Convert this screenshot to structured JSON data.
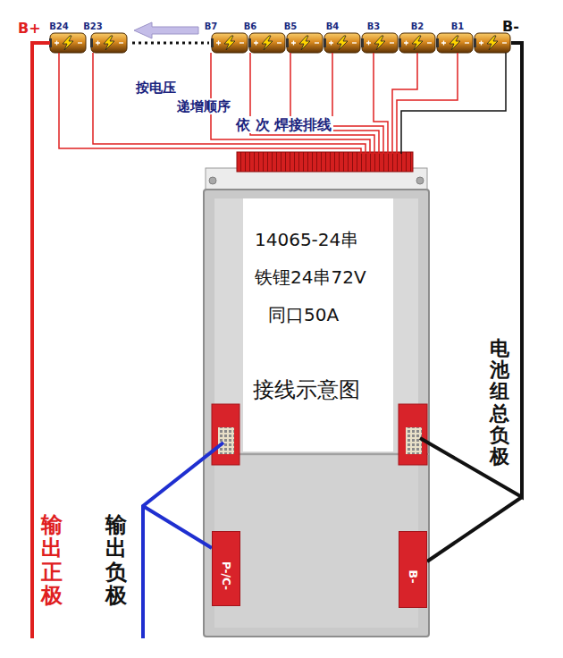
{
  "diagram": {
    "nodes": [
      {
        "text": [
          "14065-24串",
          "铁锂24串72V",
          "同口50A",
          "接线示意图"
        ]
      },
      {
        "text": [
          "P-/C-"
        ]
      },
      {
        "text": [
          "B-"
        ]
      }
    ],
    "labels": [
      "B+",
      "B24",
      "B23",
      "B7",
      "B6",
      "B5",
      "B4",
      "B3",
      "B2",
      "B1",
      "B-",
      "按电压",
      "递增顺序",
      "依 次 焊接排线",
      "电池组总负极",
      "输出正极",
      "输出负极"
    ]
  }
}
